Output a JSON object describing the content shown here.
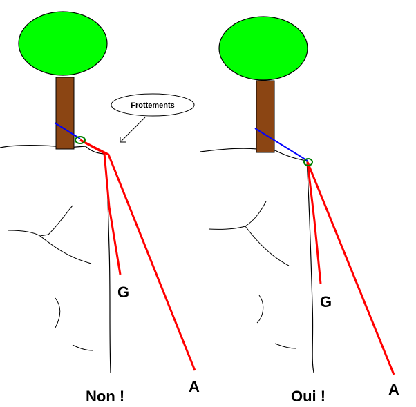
{
  "annotation": {
    "label": "Frottements"
  },
  "panels": [
    {
      "verdict": "Non !",
      "rope_labels": {
        "short_strand": "G",
        "long_strand": "A"
      }
    },
    {
      "verdict": "Oui !",
      "rope_labels": {
        "short_strand": "G",
        "long_strand": "A"
      }
    }
  ],
  "colors": {
    "foliage": "#00ff00",
    "trunk": "#8b4513",
    "sling": "#0000ff",
    "rope": "#ff0000",
    "ring": "#008000",
    "outline": "#000000"
  }
}
